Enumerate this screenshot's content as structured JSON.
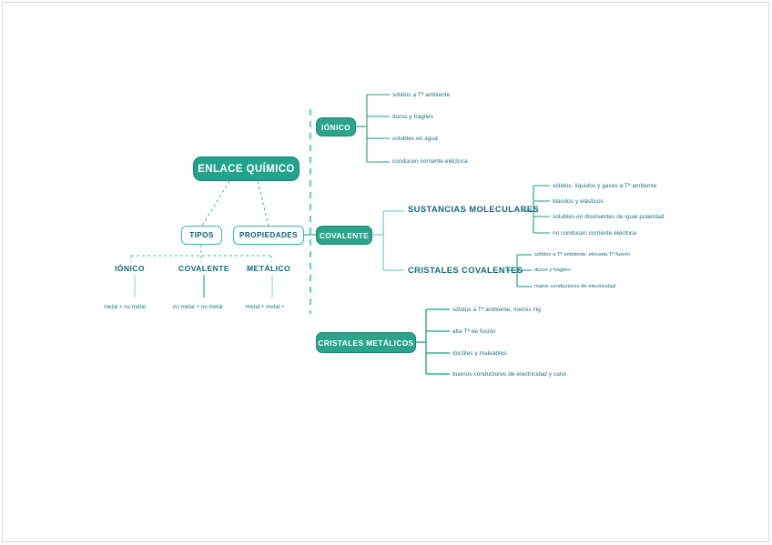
{
  "diagram": {
    "title": "ENLACE QUÍMICO",
    "root": {
      "label": "ENLACE QUÍMICO"
    },
    "colors": {
      "node_fill": "#2aa58c",
      "node_stroke": "#1c8a74",
      "outline_stroke": "#3fb8a8",
      "text_teal": "#0f6b78",
      "leaf_text": "#17707e",
      "connector": "#18a07f",
      "dashed_divider": "#6ad0d8"
    },
    "branches": {
      "tipos": {
        "label": "TIPOS",
        "children": [
          {
            "label": "IÓNICO",
            "detail": "metal + no metal"
          },
          {
            "label": "COVALENTE",
            "detail": "no metal + no metal"
          },
          {
            "label": "METÁLICO",
            "detail": "metal + metal +"
          }
        ]
      },
      "propiedades": {
        "label": "PROPIEDADES",
        "groups": [
          {
            "label": "IÓNICO",
            "items": [
              "sólidos a Tª ambiente",
              "duros y frágiles",
              "solubles en agua",
              "conducen corriente eléctrica"
            ]
          },
          {
            "label": "COVALENTE",
            "subgroups": [
              {
                "label": "SUSTANCIAS MOLECULARES",
                "items": [
                  "sólidos, líquidos y gases a Tª ambiente",
                  "blandos y elásticos",
                  "solubles en disolventes de igual polaridad",
                  "no conducen corriente eléctrica"
                ]
              },
              {
                "label": "CRISTALES COVALENTES",
                "items": [
                  "sólidos a Tª ambiente, elevada Tª fusión",
                  "duros y frágiles",
                  "malos conductores de electricidad"
                ]
              }
            ]
          },
          {
            "label": "CRISTALES METÁLICOS",
            "items": [
              "sólidos a Tª ambiente, menos Hg",
              "alta Tª de fusión",
              "dúctiles y maleables",
              "buenos conductores de electricidad y calor"
            ]
          }
        ]
      }
    }
  }
}
